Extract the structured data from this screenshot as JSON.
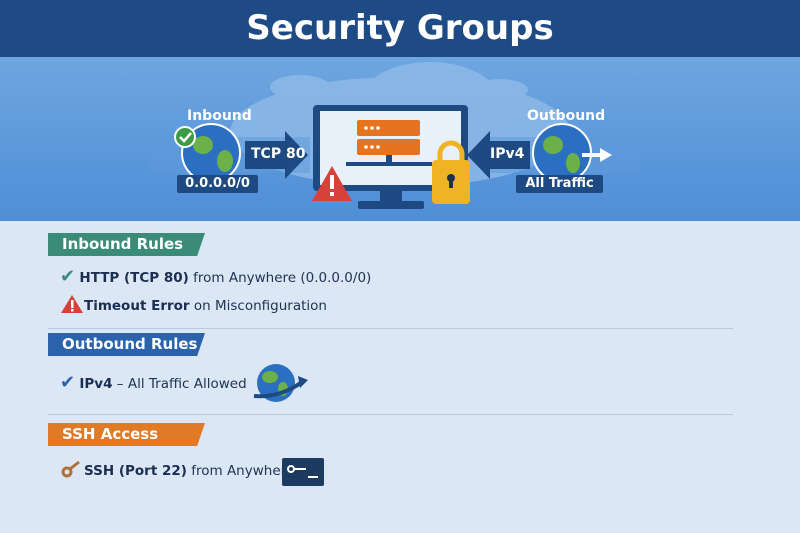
{
  "title": "Security Groups",
  "hero": {
    "inbound_label": "Inbound",
    "inbound_cidr": "0.0.0.0/0",
    "inbound_arrow": "TCP 80",
    "outbound_label": "Outbound",
    "outbound_arrow": "IPv4",
    "outbound_box": "All Traffic"
  },
  "sections": [
    {
      "title": "Inbound Rules",
      "color": "#3a8c78",
      "items": [
        {
          "icon": "check-icon",
          "bold": "HTTP (TCP 80)",
          "text": " from Anywhere (0.0.0.0/0)"
        },
        {
          "icon": "warning-icon",
          "bold": "Timeout Error",
          "text": " on Misconfiguration"
        }
      ]
    },
    {
      "title": "Outbound Rules",
      "color": "#2a63ac",
      "items": [
        {
          "icon": "check-icon",
          "bold": "IPv4",
          "text": " – All Traffic Allowed"
        }
      ]
    },
    {
      "title": "SSH Access",
      "color": "#e07a24",
      "items": [
        {
          "icon": "key-icon",
          "bold": "SSH (Port 22)",
          "text": " from Anywhere"
        }
      ]
    }
  ]
}
